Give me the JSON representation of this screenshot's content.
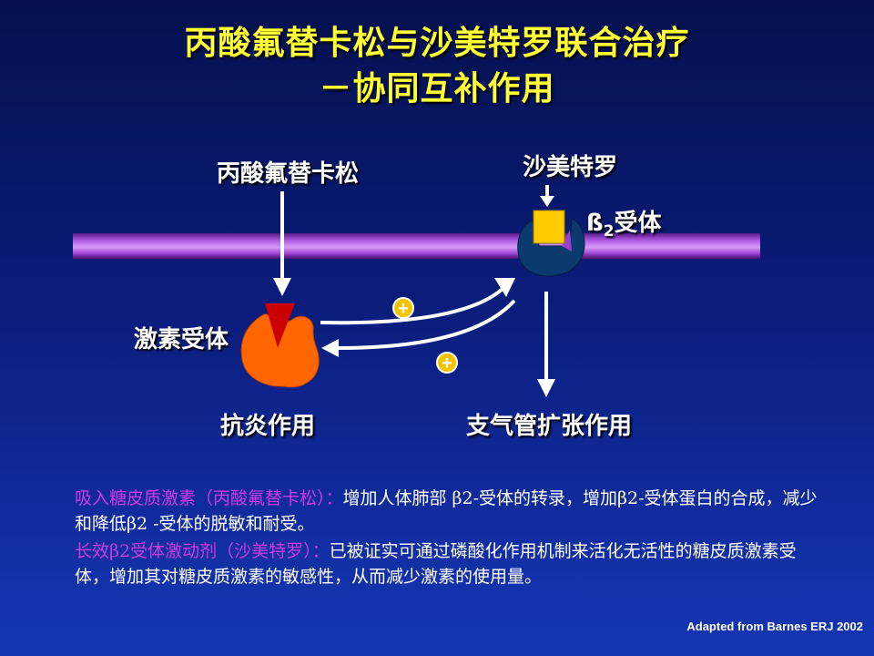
{
  "title": {
    "line1": "丙酸氟替卡松与沙美特罗联合治疗",
    "line2": "－协同互补作用"
  },
  "diagram": {
    "label_fp": "丙酸氟替卡松",
    "label_salmeterol": "沙美特罗",
    "label_beta2_symbol": "ß",
    "label_beta2_sub": "2",
    "label_beta2_text": "受体",
    "label_gr": "激素受体",
    "label_anti_inflam": "抗炎作用",
    "label_broncho": "支气管扩张作用",
    "plus_top": "+",
    "plus_bottom": "+",
    "colors": {
      "membrane": "#9b3fd0",
      "gr_body": "#ff6600",
      "gr_ligand": "#cc0000",
      "beta2_receptor": "#0b3a6e",
      "salmeterol": "#ffcc00",
      "plus_fill": "#f5c400"
    }
  },
  "description": {
    "p1_highlight": "吸入糖皮质激素（丙酸氟替卡松）：",
    "p1_text": "增加人体肺部 β2-受体的转录，增加β2-受体蛋白的合成，减少和降低β2 -受体的脱敏和耐受。",
    "p2_highlight": "长效β2受体激动剂（沙美特罗）：",
    "p2_text": "已被证实可通过磷酸化作用机制来活化无活性的糖皮质激素受体，增加其对糖皮质激素的敏感性，从而减少激素的使用量。"
  },
  "credit": "Adapted from Barnes ERJ 2002"
}
